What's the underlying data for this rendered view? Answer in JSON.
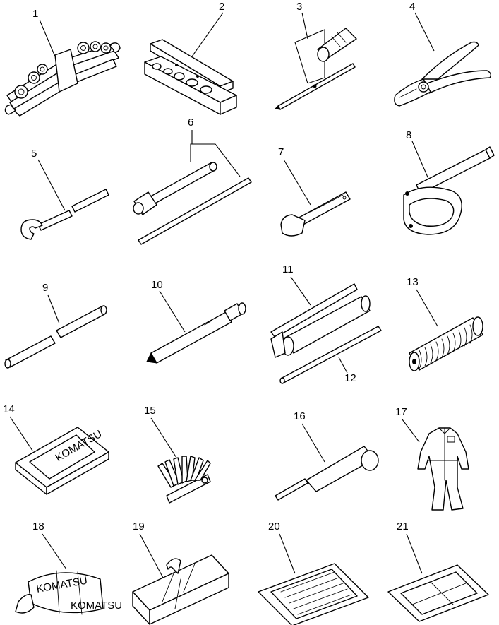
{
  "title": "",
  "parts": [
    {
      "no": "1"
    },
    {
      "no": "2"
    },
    {
      "no": "3"
    },
    {
      "no": "4"
    },
    {
      "no": "5"
    },
    {
      "no": "6"
    },
    {
      "no": "7"
    },
    {
      "no": "8"
    },
    {
      "no": "9"
    },
    {
      "no": "10"
    },
    {
      "no": "11"
    },
    {
      "no": "12"
    },
    {
      "no": "13"
    },
    {
      "no": "14"
    },
    {
      "no": "15"
    },
    {
      "no": "16"
    },
    {
      "no": "17"
    },
    {
      "no": "18"
    },
    {
      "no": "19"
    },
    {
      "no": "20"
    },
    {
      "no": "21"
    }
  ],
  "marks": {
    "case_lid_logo": "KOMATSU",
    "cap_logo": "KOMATSU"
  }
}
